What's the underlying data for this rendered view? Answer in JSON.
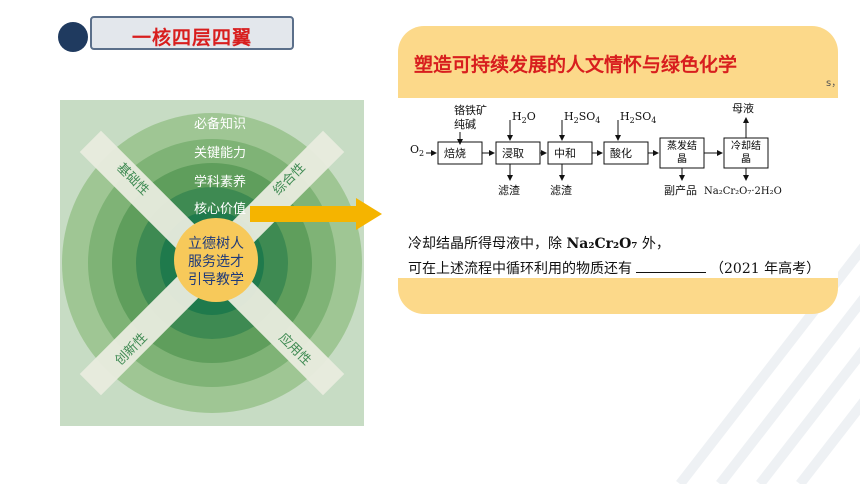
{
  "slide": {
    "title": "一核四层四翼",
    "colors": {
      "title_red": "#d81e1e",
      "panel_yellow": "#fcd98a",
      "dark_green": "#1f7a4c",
      "arrow_orange": "#f5b400"
    }
  },
  "diagram": {
    "ring_labels": [
      "必备知识",
      "关键能力",
      "学科素养",
      "核心价值"
    ],
    "center_lines": [
      "立德树人",
      "服务选才",
      "引导教学"
    ],
    "wing_labels": [
      "基础性",
      "综合性",
      "创新性",
      "应用性"
    ]
  },
  "panel": {
    "heading": "塑造可持续发展的人文情怀与绿色化学",
    "stray_mark": "s，",
    "flow": {
      "input_top1": "铬铁矿",
      "input_top2": "纯碱",
      "input_left": "O",
      "input_left_sub": "2",
      "steps": [
        "焙烧",
        "浸取",
        "中和",
        "酸化",
        "蒸发结晶",
        "冷却结晶"
      ],
      "reagents_top": [
        {
          "pre": "H",
          "sub": "2",
          "post": "O"
        },
        {
          "pre": "H",
          "sub": "2",
          "post": "SO",
          "sub2": "4"
        },
        {
          "pre": "H",
          "sub": "2",
          "post": "SO",
          "sub2": "4"
        }
      ],
      "outputs_bottom": [
        "滤渣",
        "滤渣",
        "副产品"
      ],
      "product": "Na₂Cr₂O₇·2H₂O",
      "mother_liquor": "母液"
    },
    "question_line1_a": "冷却结晶所得母液中，除 ",
    "question_line1_formula": "Na₂Cr₂O₇",
    "question_line1_b": " 外，",
    "question_line2_a": "可在上述流程中循环利用的物质还有",
    "question_line2_b": "（2021 年高考）"
  }
}
